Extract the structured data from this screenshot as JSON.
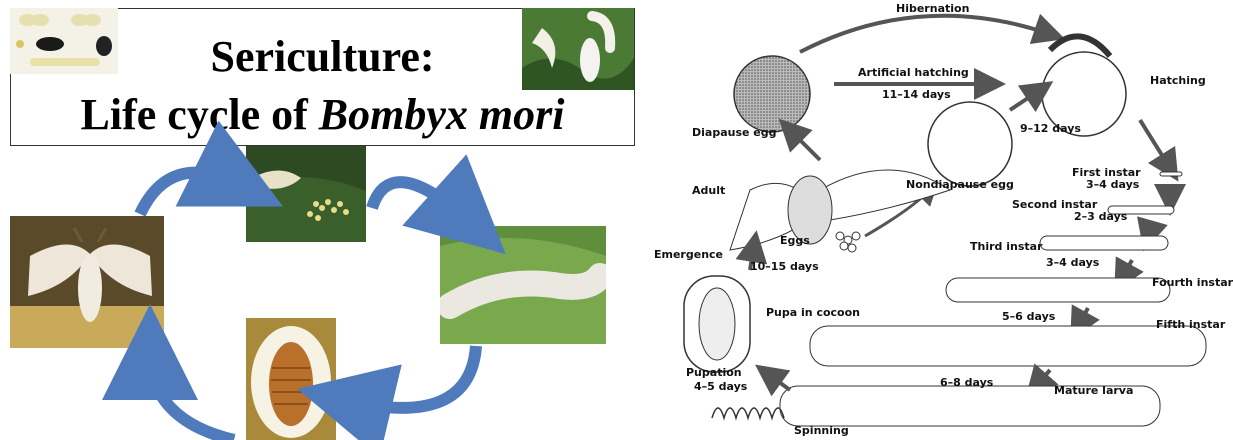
{
  "slide": {
    "title_line1": "Sericulture:",
    "title_line2_prefix": "Life cycle of ",
    "title_line2_species": "Bombyx mori"
  },
  "photos": {
    "top_left": "silkworm-lifecycle-drawing",
    "top_right": "silkworm-moth-and-cocoon",
    "center_top": "moth-with-eggs",
    "left": "adult-silk-moth",
    "right": "silkworm-larva-on-leaf",
    "bottom": "pupa-in-cocoon"
  },
  "colors": {
    "arrow_blue": "#4f7bbd",
    "diagram_arrow": "#555555"
  },
  "diagram": {
    "hibernation": "Hibernation",
    "artificial_hatching": "Artificial hatching",
    "artificial_days": "11–14 days",
    "hatching": "Hatching",
    "diapause_egg": "Diapause egg",
    "nine_twelve": "9–12 days",
    "nondiapause_egg": "Nondiapause egg",
    "first_instar": "First instar",
    "first_days": "3–4 days",
    "adult": "Adult",
    "second_instar": "Second instar",
    "second_days": "2–3 days",
    "eggs": "Eggs",
    "emergence": "Emergence",
    "ten_fifteen": "10–15 days",
    "third_instar": "Third instar",
    "third_days": "3–4 days",
    "fourth_instar": "Fourth instar",
    "pupa_in_cocoon": "Pupa in cocoon",
    "fourth_days": "5–6 days",
    "fifth_instar": "Fifth instar",
    "pupation": "Pupation",
    "pupation_days": "4–5 days",
    "six_eight": "6–8 days",
    "mature_larva": "Mature larva",
    "spinning": "Spinning"
  }
}
